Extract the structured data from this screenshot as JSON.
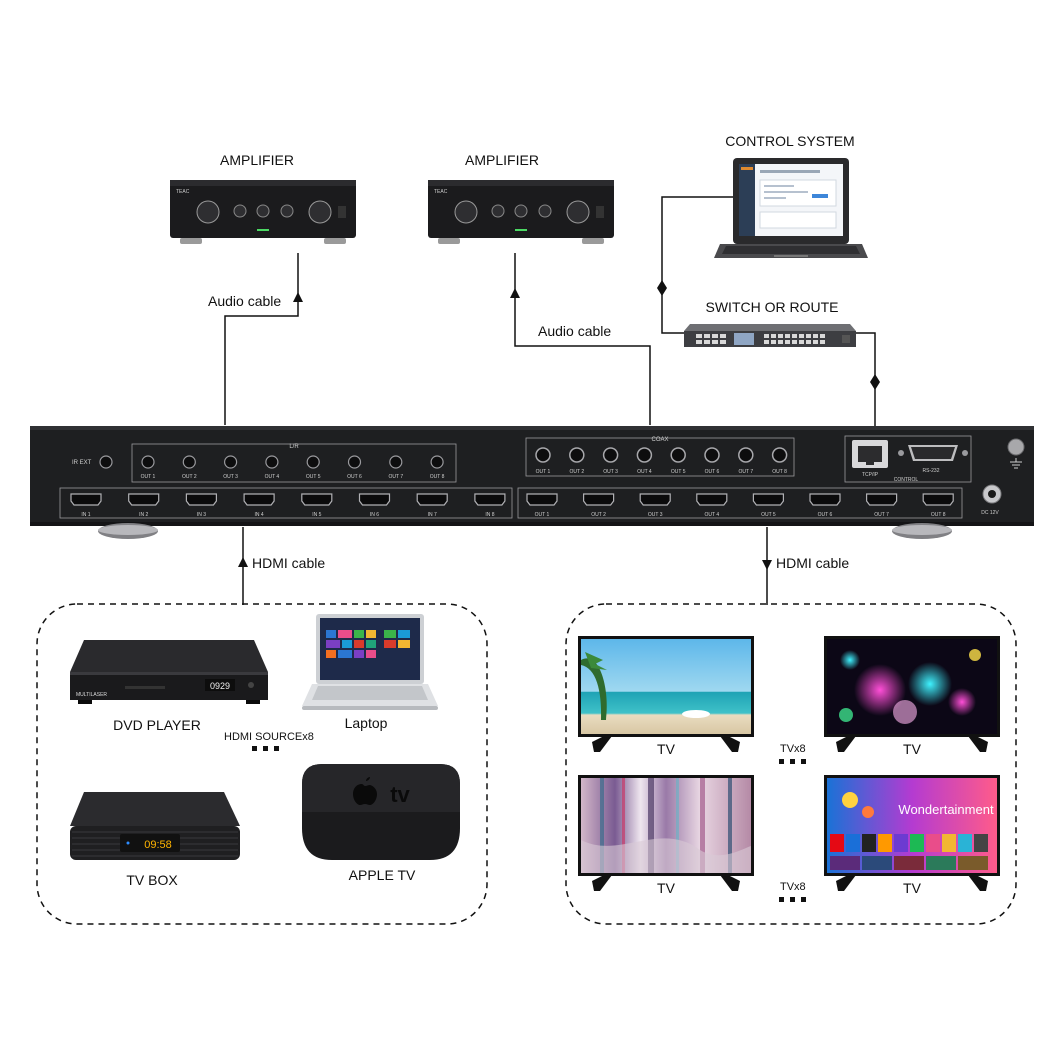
{
  "amplifiers": [
    {
      "label": "AMPLIFIER",
      "brand": "TEAC"
    },
    {
      "label": "AMPLIFIER",
      "brand": "TEAC"
    }
  ],
  "control_system": {
    "label": "CONTROL SYSTEM"
  },
  "switch": {
    "label": "SWITCH OR ROUTE"
  },
  "cables": {
    "audio_left": "Audio cable",
    "audio_right": "Audio cable",
    "hdmi_in": "HDMI cable",
    "hdmi_out": "HDMI cable"
  },
  "matrix": {
    "ir_ext": "IR EXT",
    "lr_title": "L/R",
    "lr_outputs": [
      "OUT 1",
      "OUT 2",
      "OUT 3",
      "OUT 4",
      "OUT 5",
      "OUT 6",
      "OUT 7",
      "OUT 8"
    ],
    "coax_title": "COAX",
    "coax_outputs": [
      "OUT 1",
      "OUT 2",
      "OUT 3",
      "OUT 4",
      "OUT 5",
      "OUT 6",
      "OUT 7",
      "OUT 8"
    ],
    "hdmi_inputs": [
      "IN 1",
      "IN 2",
      "IN 3",
      "IN 4",
      "IN 5",
      "IN 6",
      "IN 7",
      "IN 8"
    ],
    "hdmi_outputs": [
      "OUT 1",
      "OUT 2",
      "OUT 3",
      "OUT 4",
      "OUT 5",
      "OUT 6",
      "OUT 7",
      "OUT 8"
    ],
    "tcpip": "TCP/IP",
    "rs232": "RS-232",
    "control": "CONTROL",
    "dc": "DC 12V"
  },
  "sources": {
    "dvd": {
      "label": "DVD PLAYER",
      "brand": "MULTILASER",
      "display": "0929"
    },
    "laptop": {
      "label": "Laptop"
    },
    "count_label": "HDMI SOURCEx8",
    "tvbox": {
      "label": "TV BOX",
      "display": "09:58"
    },
    "appletv": {
      "label": "APPLE TV",
      "logo_text": "tv"
    }
  },
  "displays": {
    "tv_labels": [
      "TV",
      "TV",
      "TV",
      "TV"
    ],
    "count_top": "TVx8",
    "count_bottom": "TVx8",
    "screen_title": "Wondertainment"
  },
  "colors": {
    "device": "#1c1c1e",
    "line": "#111111",
    "panel_text": "#cfcfcf"
  }
}
